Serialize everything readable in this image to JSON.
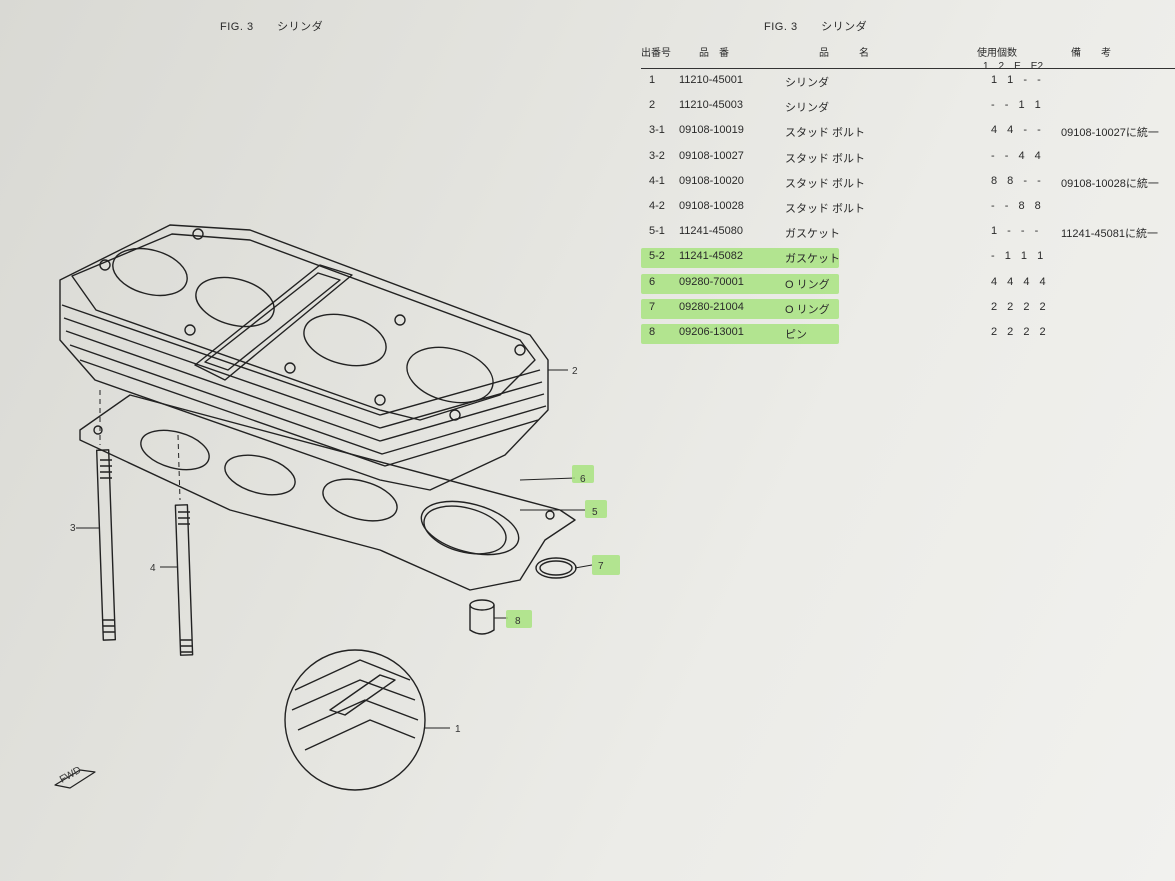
{
  "figure": {
    "left_title": {
      "fig": "FIG. 3",
      "name": "シリンダ"
    },
    "right_title": {
      "fig": "FIG. 3",
      "name": "シリンダ"
    }
  },
  "table": {
    "headers": {
      "ref_no": "出番号",
      "part_no": "品　番",
      "part_name": "品　　　名",
      "qty": "使用個数",
      "qty_models": "1　2　E　E2",
      "remarks": "備　　考"
    },
    "rows": [
      {
        "ref": "1",
        "part_no": "11210-45001",
        "name": "シリンダ",
        "qty": "1 1 - -",
        "remark": "",
        "highlighted": false
      },
      {
        "ref": "2",
        "part_no": "11210-45003",
        "name": "シリンダ",
        "qty": "- - 1 1",
        "remark": "",
        "highlighted": false
      },
      {
        "ref": "3-1",
        "part_no": "09108-10019",
        "name": "スタッド ボルト",
        "qty": "4 4 - -",
        "remark": "09108-10027に統一",
        "highlighted": false
      },
      {
        "ref": "3-2",
        "part_no": "09108-10027",
        "name": "スタッド ボルト",
        "qty": "- - 4 4",
        "remark": "",
        "highlighted": false
      },
      {
        "ref": "4-1",
        "part_no": "09108-10020",
        "name": "スタッド ボルト",
        "qty": "8 8 - -",
        "remark": "09108-10028に統一",
        "highlighted": false
      },
      {
        "ref": "4-2",
        "part_no": "09108-10028",
        "name": "スタッド ボルト",
        "qty": "- - 8 8",
        "remark": "",
        "highlighted": false
      },
      {
        "ref": "5-1",
        "part_no": "11241-45080",
        "name": "ガスケット",
        "qty": "1 - - -",
        "remark": "11241-45081に統一",
        "highlighted": false
      },
      {
        "ref": "5-2",
        "part_no": "11241-45082",
        "name": "ガスケット",
        "qty": "- 1 1 1",
        "remark": "",
        "highlighted": true
      },
      {
        "ref": "6",
        "part_no": "09280-70001",
        "name": "O リング",
        "qty": "4 4 4 4",
        "remark": "",
        "highlighted": true
      },
      {
        "ref": "7",
        "part_no": "09280-21004",
        "name": "O リング",
        "qty": "2 2 2 2",
        "remark": "",
        "highlighted": true
      },
      {
        "ref": "8",
        "part_no": "09206-13001",
        "name": "ピン",
        "qty": "2 2 2 2",
        "remark": "",
        "highlighted": true
      }
    ]
  },
  "diagram": {
    "callouts": [
      "1",
      "2",
      "3",
      "4",
      "5",
      "6",
      "7",
      "8"
    ],
    "fwd_label": "FWD",
    "highlight_color": "#a6e37c"
  }
}
